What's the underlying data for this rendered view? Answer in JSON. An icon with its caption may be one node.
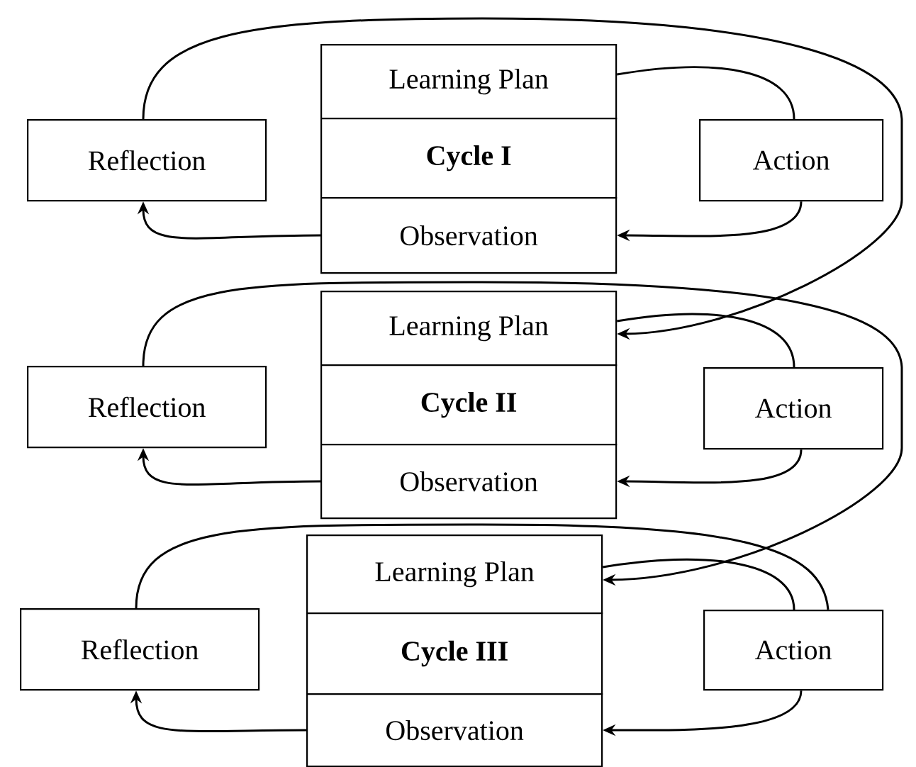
{
  "diagram": {
    "nodes": [
      {
        "text": [
          "Reflection"
        ]
      },
      {
        "text": [
          "Learning Plan"
        ]
      },
      {
        "text": [
          "Cycle I"
        ]
      },
      {
        "text": [
          "Observation"
        ]
      },
      {
        "text": [
          "Action"
        ]
      },
      {
        "text": [
          "Reflection"
        ]
      },
      {
        "text": [
          "Learning Plan"
        ]
      },
      {
        "text": [
          "Cycle II"
        ]
      },
      {
        "text": [
          "Observation"
        ]
      },
      {
        "text": [
          "Action"
        ]
      },
      {
        "text": [
          "Reflection"
        ]
      },
      {
        "text": [
          "Learning Plan"
        ]
      },
      {
        "text": [
          "Cycle III"
        ]
      },
      {
        "text": [
          "Observation"
        ]
      },
      {
        "text": [
          "Action"
        ]
      }
    ],
    "edges": [
      {
        "from": 1,
        "to": 4,
        "arrow": "none"
      },
      {
        "from": 4,
        "to": 3,
        "arrow": "to"
      },
      {
        "from": 3,
        "to": 0,
        "arrow": "to"
      },
      {
        "from": 0,
        "to": 6,
        "arrow": "to"
      },
      {
        "from": 6,
        "to": 9,
        "arrow": "none"
      },
      {
        "from": 9,
        "to": 8,
        "arrow": "to"
      },
      {
        "from": 8,
        "to": 5,
        "arrow": "to"
      },
      {
        "from": 5,
        "to": 11,
        "arrow": "to"
      },
      {
        "from": 11,
        "to": 14,
        "arrow": "none"
      },
      {
        "from": 14,
        "to": 13,
        "arrow": "to"
      },
      {
        "from": 13,
        "to": 10,
        "arrow": "to"
      },
      {
        "from": 10,
        "to": 14,
        "arrow": "none"
      }
    ]
  }
}
